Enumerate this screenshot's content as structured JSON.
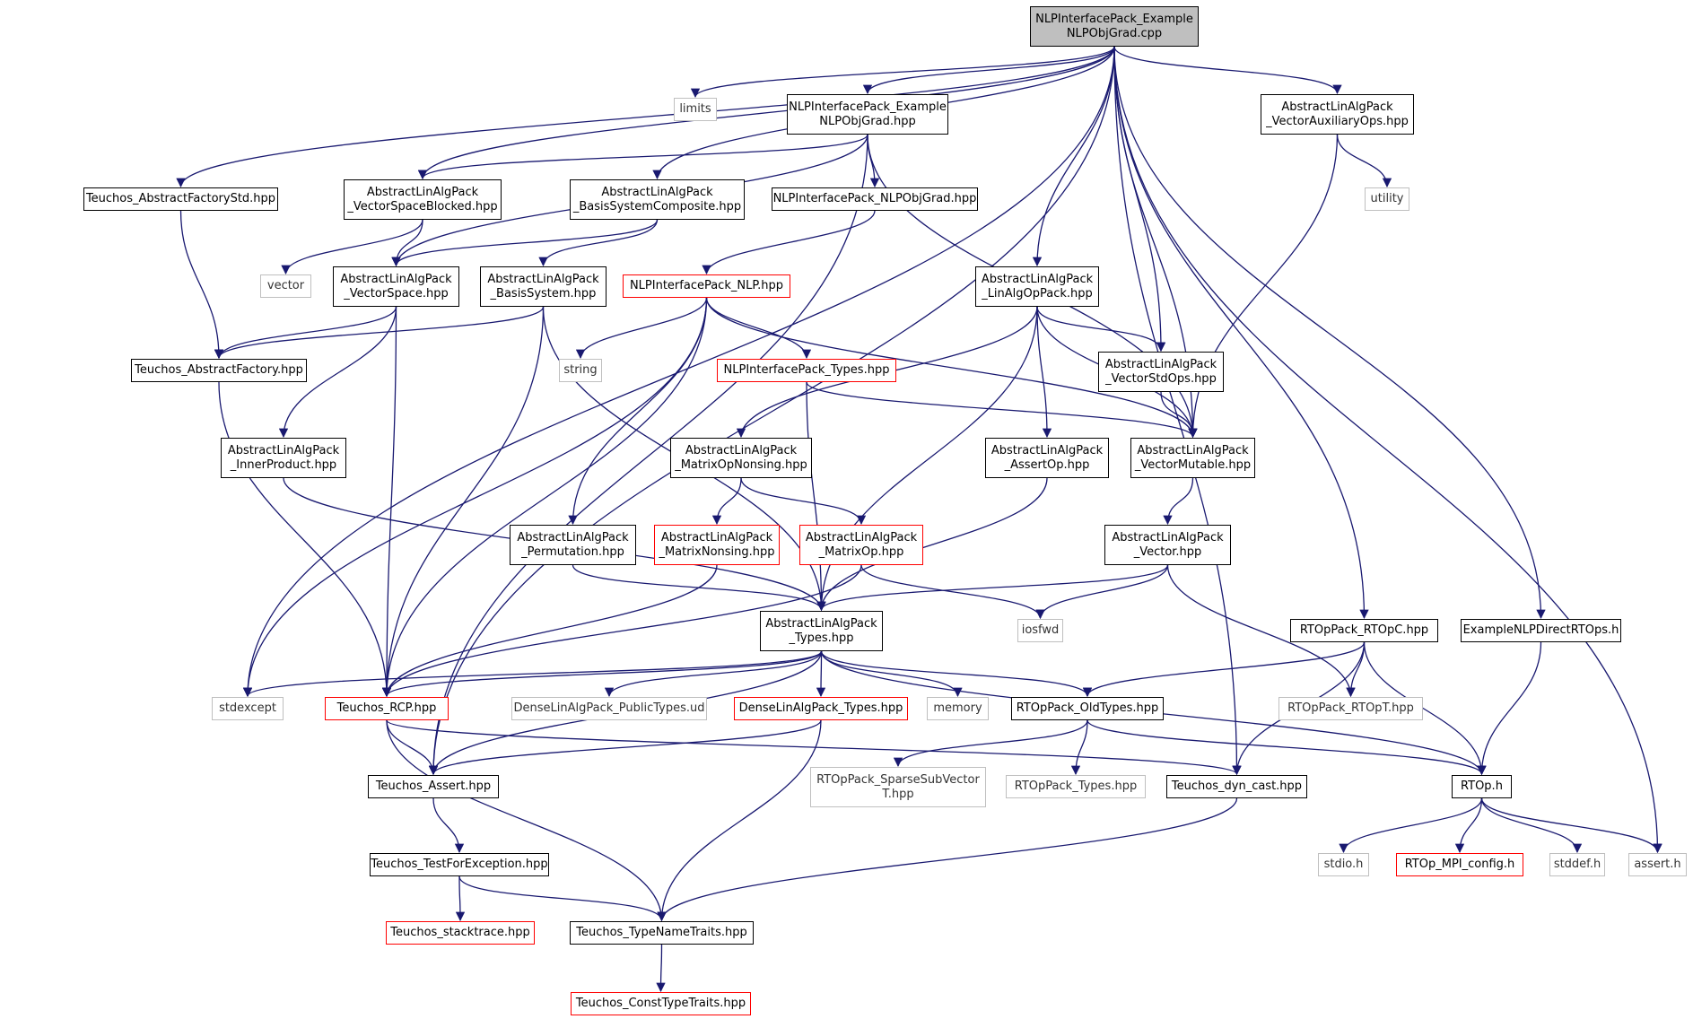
{
  "nodes": [
    {
      "id": "root",
      "label": "NLPInterfacePack_Example\nNLPObjGrad.cpp",
      "kind": "root"
    },
    {
      "id": "limits",
      "label": "limits",
      "kind": "gray"
    },
    {
      "id": "nlpExHpp",
      "label": "NLPInterfacePack_Example\nNLPObjGrad.hpp",
      "kind": "normal"
    },
    {
      "id": "vecAuxOps",
      "label": "AbstractLinAlgPack\n_VectorAuxiliaryOps.hpp",
      "kind": "normal"
    },
    {
      "id": "absFactStd",
      "label": "Teuchos_AbstractFactoryStd.hpp",
      "kind": "normal"
    },
    {
      "id": "vsBlocked",
      "label": "AbstractLinAlgPack\n_VectorSpaceBlocked.hpp",
      "kind": "normal"
    },
    {
      "id": "basisComp",
      "label": "AbstractLinAlgPack\n_BasisSystemComposite.hpp",
      "kind": "normal"
    },
    {
      "id": "nlpObjGrad",
      "label": "NLPInterfacePack_NLPObjGrad.hpp",
      "kind": "normal"
    },
    {
      "id": "utility",
      "label": "utility",
      "kind": "gray"
    },
    {
      "id": "vector",
      "label": "vector",
      "kind": "gray"
    },
    {
      "id": "vecSpace",
      "label": "AbstractLinAlgPack\n_VectorSpace.hpp",
      "kind": "normal"
    },
    {
      "id": "basisSys",
      "label": "AbstractLinAlgPack\n_BasisSystem.hpp",
      "kind": "normal"
    },
    {
      "id": "nlpNLP",
      "label": "NLPInterfacePack_NLP.hpp",
      "kind": "red"
    },
    {
      "id": "linAlgOp",
      "label": "AbstractLinAlgPack\n_LinAlgOpPack.hpp",
      "kind": "normal"
    },
    {
      "id": "absFact",
      "label": "Teuchos_AbstractFactory.hpp",
      "kind": "normal"
    },
    {
      "id": "string",
      "label": "string",
      "kind": "gray"
    },
    {
      "id": "nlpTypes",
      "label": "NLPInterfacePack_Types.hpp",
      "kind": "red"
    },
    {
      "id": "vecStdOps",
      "label": "AbstractLinAlgPack\n_VectorStdOps.hpp",
      "kind": "normal"
    },
    {
      "id": "innerProd",
      "label": "AbstractLinAlgPack\n_InnerProduct.hpp",
      "kind": "normal"
    },
    {
      "id": "matOpNonsing",
      "label": "AbstractLinAlgPack\n_MatrixOpNonsing.hpp",
      "kind": "normal"
    },
    {
      "id": "assertOp",
      "label": "AbstractLinAlgPack\n_AssertOp.hpp",
      "kind": "normal"
    },
    {
      "id": "vecMut",
      "label": "AbstractLinAlgPack\n_VectorMutable.hpp",
      "kind": "normal"
    },
    {
      "id": "perm",
      "label": "AbstractLinAlgPack\n_Permutation.hpp",
      "kind": "normal"
    },
    {
      "id": "matNonsing",
      "label": "AbstractLinAlgPack\n_MatrixNonsing.hpp",
      "kind": "red"
    },
    {
      "id": "matOp",
      "label": "AbstractLinAlgPack\n_MatrixOp.hpp",
      "kind": "red"
    },
    {
      "id": "vecHpp",
      "label": "AbstractLinAlgPack\n_Vector.hpp",
      "kind": "normal"
    },
    {
      "id": "alTypes",
      "label": "AbstractLinAlgPack\n_Types.hpp",
      "kind": "normal"
    },
    {
      "id": "iosfwd",
      "label": "iosfwd",
      "kind": "gray"
    },
    {
      "id": "rtopC",
      "label": "RTOpPack_RTOpC.hpp",
      "kind": "normal"
    },
    {
      "id": "exRTOps",
      "label": "ExampleNLPDirectRTOps.h",
      "kind": "normal"
    },
    {
      "id": "stdexcept",
      "label": "stdexcept",
      "kind": "gray"
    },
    {
      "id": "rcp",
      "label": "Teuchos_RCP.hpp",
      "kind": "red"
    },
    {
      "id": "densePub",
      "label": "DenseLinAlgPack_PublicTypes.ud",
      "kind": "gray"
    },
    {
      "id": "denseTypes",
      "label": "DenseLinAlgPack_Types.hpp",
      "kind": "red"
    },
    {
      "id": "memory",
      "label": "memory",
      "kind": "gray"
    },
    {
      "id": "oldTypes",
      "label": "RTOpPack_OldTypes.hpp",
      "kind": "normal"
    },
    {
      "id": "rtopT",
      "label": "RTOpPack_RTOpT.hpp",
      "kind": "gray"
    },
    {
      "id": "assert",
      "label": "Teuchos_Assert.hpp",
      "kind": "normal"
    },
    {
      "id": "sparseSub",
      "label": "RTOpPack_SparseSubVector\nT.hpp",
      "kind": "gray"
    },
    {
      "id": "rtopTypes",
      "label": "RTOpPack_Types.hpp",
      "kind": "gray"
    },
    {
      "id": "dynCast",
      "label": "Teuchos_dyn_cast.hpp",
      "kind": "normal"
    },
    {
      "id": "rtopH",
      "label": "RTOp.h",
      "kind": "normal"
    },
    {
      "id": "testExc",
      "label": "Teuchos_TestForException.hpp",
      "kind": "normal"
    },
    {
      "id": "stdio",
      "label": "stdio.h",
      "kind": "gray"
    },
    {
      "id": "mpiConfig",
      "label": "RTOp_MPI_config.h",
      "kind": "red"
    },
    {
      "id": "stddef",
      "label": "stddef.h",
      "kind": "gray"
    },
    {
      "id": "assertH",
      "label": "assert.h",
      "kind": "gray"
    },
    {
      "id": "stacktrace",
      "label": "Teuchos_stacktrace.hpp",
      "kind": "red"
    },
    {
      "id": "typeName",
      "label": "Teuchos_TypeNameTraits.hpp",
      "kind": "normal"
    },
    {
      "id": "constType",
      "label": "Teuchos_ConstTypeTraits.hpp",
      "kind": "red"
    }
  ],
  "edges": [
    [
      "root",
      "limits"
    ],
    [
      "root",
      "nlpExHpp"
    ],
    [
      "root",
      "vecAuxOps"
    ],
    [
      "root",
      "absFactStd"
    ],
    [
      "root",
      "basisComp"
    ],
    [
      "root",
      "vsBlocked"
    ],
    [
      "root",
      "linAlgOp"
    ],
    [
      "root",
      "vecStdOps"
    ],
    [
      "root",
      "vecMut"
    ],
    [
      "root",
      "rtopC"
    ],
    [
      "root",
      "exRTOps"
    ],
    [
      "root",
      "stdexcept"
    ],
    [
      "root",
      "assert"
    ],
    [
      "root",
      "dynCast"
    ],
    [
      "root",
      "assertH"
    ],
    [
      "nlpExHpp",
      "nlpObjGrad"
    ],
    [
      "nlpExHpp",
      "vsBlocked"
    ],
    [
      "nlpExHpp",
      "vecSpace"
    ],
    [
      "nlpExHpp",
      "vecMut"
    ],
    [
      "nlpExHpp",
      "assert"
    ],
    [
      "vecAuxOps",
      "utility"
    ],
    [
      "vecAuxOps",
      "vecMut"
    ],
    [
      "absFactStd",
      "absFact"
    ],
    [
      "vsBlocked",
      "vector"
    ],
    [
      "vsBlocked",
      "vecSpace"
    ],
    [
      "basisComp",
      "vecSpace"
    ],
    [
      "basisComp",
      "basisSys"
    ],
    [
      "nlpObjGrad",
      "nlpNLP"
    ],
    [
      "vecSpace",
      "absFact"
    ],
    [
      "vecSpace",
      "innerProd"
    ],
    [
      "vecSpace",
      "rcp"
    ],
    [
      "basisSys",
      "absFact"
    ],
    [
      "basisSys",
      "alTypes"
    ],
    [
      "basisSys",
      "rcp"
    ],
    [
      "nlpNLP",
      "string"
    ],
    [
      "nlpNLP",
      "nlpTypes"
    ],
    [
      "nlpNLP",
      "vecMut"
    ],
    [
      "nlpNLP",
      "perm"
    ],
    [
      "nlpNLP",
      "stdexcept"
    ],
    [
      "nlpNLP",
      "rcp"
    ],
    [
      "linAlgOp",
      "matOpNonsing"
    ],
    [
      "linAlgOp",
      "vecStdOps"
    ],
    [
      "linAlgOp",
      "assertOp"
    ],
    [
      "linAlgOp",
      "vecMut"
    ],
    [
      "linAlgOp",
      "alTypes"
    ],
    [
      "absFact",
      "rcp"
    ],
    [
      "nlpTypes",
      "vecMut"
    ],
    [
      "nlpTypes",
      "alTypes"
    ],
    [
      "vecStdOps",
      "vecMut"
    ],
    [
      "innerProd",
      "alTypes"
    ],
    [
      "matOpNonsing",
      "matNonsing"
    ],
    [
      "matOpNonsing",
      "matOp"
    ],
    [
      "assertOp",
      "alTypes"
    ],
    [
      "vecMut",
      "vecHpp"
    ],
    [
      "perm",
      "alTypes"
    ],
    [
      "matNonsing",
      "rcp"
    ],
    [
      "matOp",
      "iosfwd"
    ],
    [
      "matOp",
      "rcp"
    ],
    [
      "vecHpp",
      "alTypes"
    ],
    [
      "vecHpp",
      "iosfwd"
    ],
    [
      "vecHpp",
      "rtopT"
    ],
    [
      "alTypes",
      "stdexcept"
    ],
    [
      "alTypes",
      "rcp"
    ],
    [
      "alTypes",
      "densePub"
    ],
    [
      "alTypes",
      "denseTypes"
    ],
    [
      "alTypes",
      "memory"
    ],
    [
      "alTypes",
      "oldTypes"
    ],
    [
      "alTypes",
      "rtopH"
    ],
    [
      "alTypes",
      "assert"
    ],
    [
      "rtopC",
      "oldTypes"
    ],
    [
      "rtopC",
      "rtopT"
    ],
    [
      "rtopC",
      "rtopH"
    ],
    [
      "rtopC",
      "dynCast"
    ],
    [
      "exRTOps",
      "rtopH"
    ],
    [
      "rcp",
      "assert"
    ],
    [
      "rcp",
      "typeName"
    ],
    [
      "rcp",
      "dynCast"
    ],
    [
      "denseTypes",
      "assert"
    ],
    [
      "denseTypes",
      "typeName"
    ],
    [
      "oldTypes",
      "sparseSub"
    ],
    [
      "oldTypes",
      "rtopTypes"
    ],
    [
      "oldTypes",
      "rtopH"
    ],
    [
      "assert",
      "testExc"
    ],
    [
      "dynCast",
      "typeName"
    ],
    [
      "rtopH",
      "stdio"
    ],
    [
      "rtopH",
      "mpiConfig"
    ],
    [
      "rtopH",
      "stddef"
    ],
    [
      "rtopH",
      "assertH"
    ],
    [
      "testExc",
      "stacktrace"
    ],
    [
      "testExc",
      "typeName"
    ],
    [
      "typeName",
      "constType"
    ]
  ]
}
